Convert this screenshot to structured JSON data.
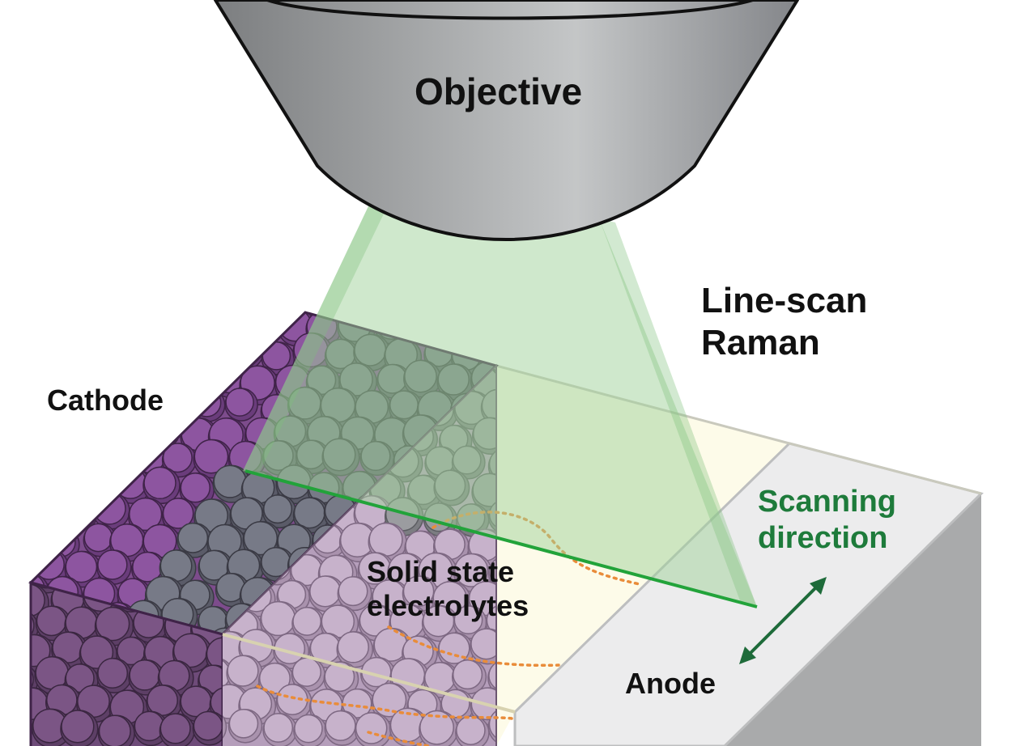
{
  "labels": {
    "objective": "Objective",
    "line_scan": [
      "Line-scan",
      "Raman"
    ],
    "cathode": "Cathode",
    "electrolyte": [
      "Solid state",
      "electrolytes"
    ],
    "scanning": [
      "Scanning",
      "direction"
    ],
    "anode": "Anode"
  },
  "colors": {
    "objective_light": "#c4c6c7",
    "objective_dark": "#7c7e80",
    "beam": "#9fd29a",
    "laser_line": "#22a33a",
    "cathode_top": "#8d55a0",
    "cathode_front": "#7b5585",
    "particle_grey": "#7a7c88",
    "electrolyte": "#c7b2cb",
    "electrolyte_region": "#fdfbe9",
    "anode_top": "#ececed",
    "anode_side": "#a9aaab",
    "li_path": "#e98c3a",
    "arrow": "#1e6b3a"
  },
  "icons": {
    "scan_arrow": "double-headed-arrow-icon"
  }
}
